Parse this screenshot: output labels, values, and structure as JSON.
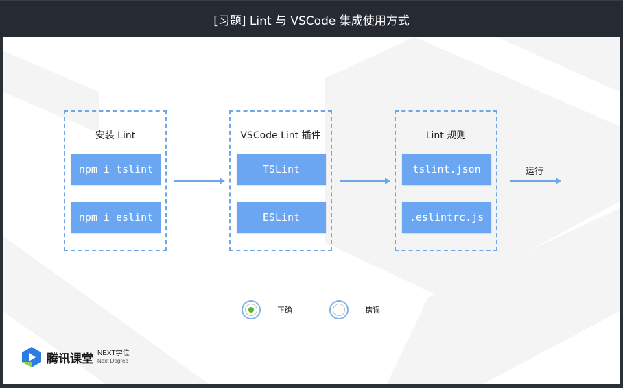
{
  "title": "[习题] Lint 与 VSCode 集成使用方式",
  "groups": [
    {
      "title": "安装 Lint",
      "items": [
        "npm i tslint",
        "npm i eslint"
      ]
    },
    {
      "title": "VSCode Lint 插件",
      "items": [
        "TSLint",
        "ESLint"
      ]
    },
    {
      "title": "Lint 规则",
      "items": [
        "tslint.json",
        ".eslintrc.js"
      ]
    }
  ],
  "run_label": "运行",
  "options": [
    {
      "label": "正确",
      "selected": true
    },
    {
      "label": "错误",
      "selected": false
    }
  ],
  "logo": {
    "name": "腾讯课堂",
    "sub_en": "NEXT学位",
    "sub_en2": "Next Degree"
  },
  "colors": {
    "accent": "#6aa6f2",
    "dashed": "#6fa6e6",
    "selected": "#5cb531"
  }
}
